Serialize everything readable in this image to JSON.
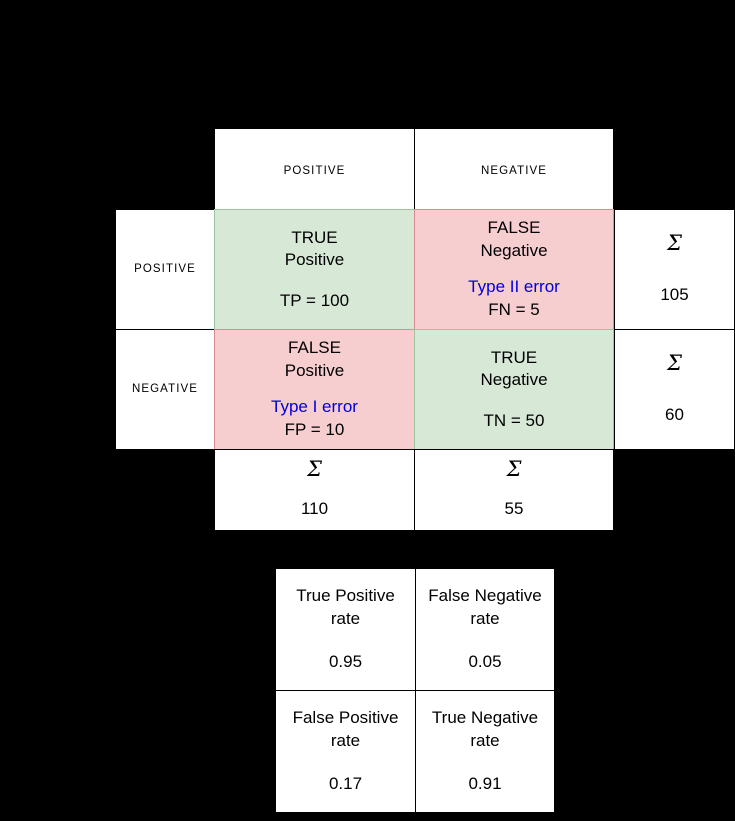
{
  "matrix": {
    "column_headers": [
      {
        "label": "POSITIVE"
      },
      {
        "label": "NEGATIVE"
      }
    ],
    "row_headers": [
      {
        "label": "POSITIVE"
      },
      {
        "label": "NEGATIVE"
      }
    ],
    "sigma": "Σ",
    "cells": {
      "true_positive": {
        "title": "TRUE",
        "subtitle": "Positive",
        "value": "TP = 100"
      },
      "false_negative": {
        "title": "FALSE",
        "subtitle": "Negative",
        "error": "Type II error",
        "value": "FN = 5"
      },
      "false_positive": {
        "title": "FALSE",
        "subtitle": "Positive",
        "error": "Type I error",
        "value": "FP = 10"
      },
      "true_negative": {
        "title": "TRUE",
        "subtitle": "Negative",
        "value": "TN = 50"
      }
    },
    "row_sums": [
      {
        "value": "105"
      },
      {
        "value": "60"
      }
    ],
    "column_sums": [
      {
        "value": "110"
      },
      {
        "value": "55"
      }
    ]
  },
  "rates": [
    {
      "name": "True Positive",
      "unit": "rate",
      "value": "0.95"
    },
    {
      "name": "False Negative",
      "unit": "rate",
      "value": "0.05"
    },
    {
      "name": "False Positive",
      "unit": "rate",
      "value": "0.17"
    },
    {
      "name": "True Negative",
      "unit": "rate",
      "value": "0.91"
    }
  ],
  "colors": {
    "correct_fill": "#d7e8d7",
    "error_fill": "#f7ced0",
    "error_text": "#0000dd",
    "background": "#000000"
  }
}
